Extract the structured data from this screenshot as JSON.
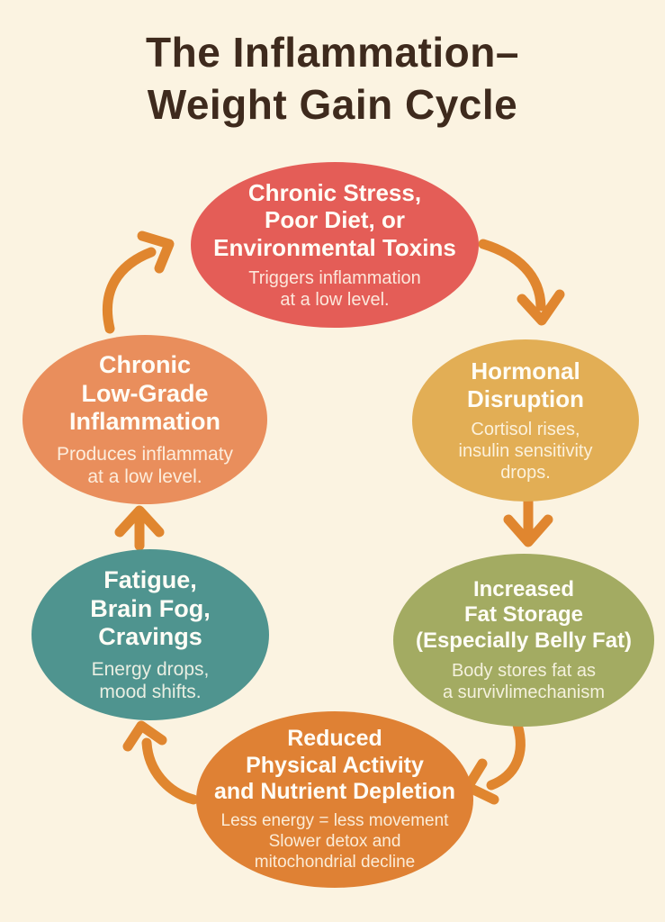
{
  "title": {
    "text": "The Inflammation–\nWeight Gain Cycle"
  },
  "colors": {
    "background": "#fbf3e1",
    "title_text": "#3e2a1d",
    "arrow": "#e0862f",
    "heading_text": "#fffdf6",
    "node_stress": "#e45d57",
    "node_hormonal": "#e2ae55",
    "node_fat_storage": "#a3ab62",
    "node_activity": "#df8134",
    "node_fatigue": "#4f948f",
    "node_inflammation": "#e98e5c"
  },
  "nodes": {
    "stress": {
      "heading": "Chronic Stress,\nPoor Diet, or\nEnvironmental Toxins",
      "subtitle": "Triggers inflammation\nat a low level."
    },
    "hormonal": {
      "heading": "Hormonal\nDisruption",
      "subtitle": "Cortisol rises,\ninsulin sensitivity\ndrops."
    },
    "fat_storage": {
      "heading": "Increased\nFat Storage\n(Especially Belly Fat)",
      "subtitle": "Body stores fat as\na survivlimechanism"
    },
    "activity": {
      "heading": "Reduced\nPhysical Activity\nand Nutrient Depletion",
      "subtitle": "Less energy = less movement\nSlower detox and\nmitochondrial decline"
    },
    "fatigue": {
      "heading": "Fatigue,\nBrain Fog,\nCravings",
      "subtitle": "Energy drops,\nmood shifts."
    },
    "inflammation": {
      "heading": "Chronic\nLow-Grade\nInflammation",
      "subtitle": "Produces inflammaty\nat a low level."
    }
  },
  "cycle_order": [
    "stress",
    "hormonal",
    "fat_storage",
    "activity",
    "fatigue",
    "inflammation"
  ]
}
